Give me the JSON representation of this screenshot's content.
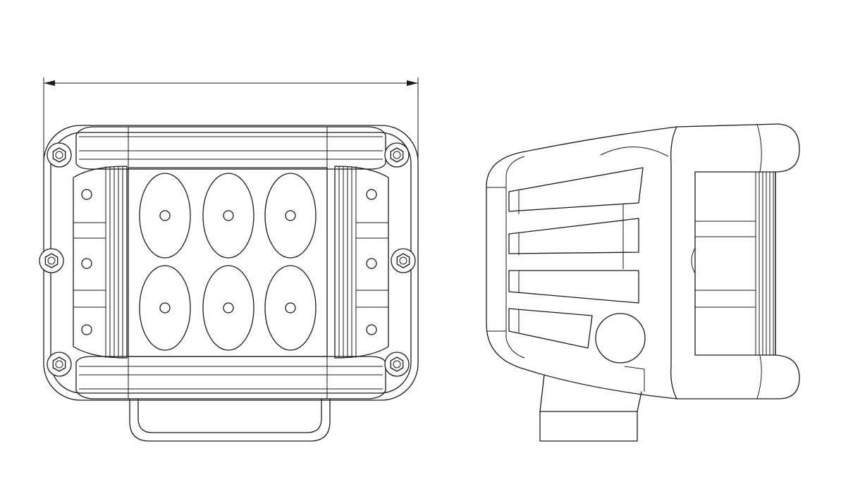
{
  "drawing": {
    "views": [
      "front-view",
      "side-view"
    ],
    "line_color": "#1a1a1a",
    "background": "#ffffff",
    "lens_grid": {
      "rows": 2,
      "cols": 3
    },
    "side_bolts_per_side": 3
  }
}
